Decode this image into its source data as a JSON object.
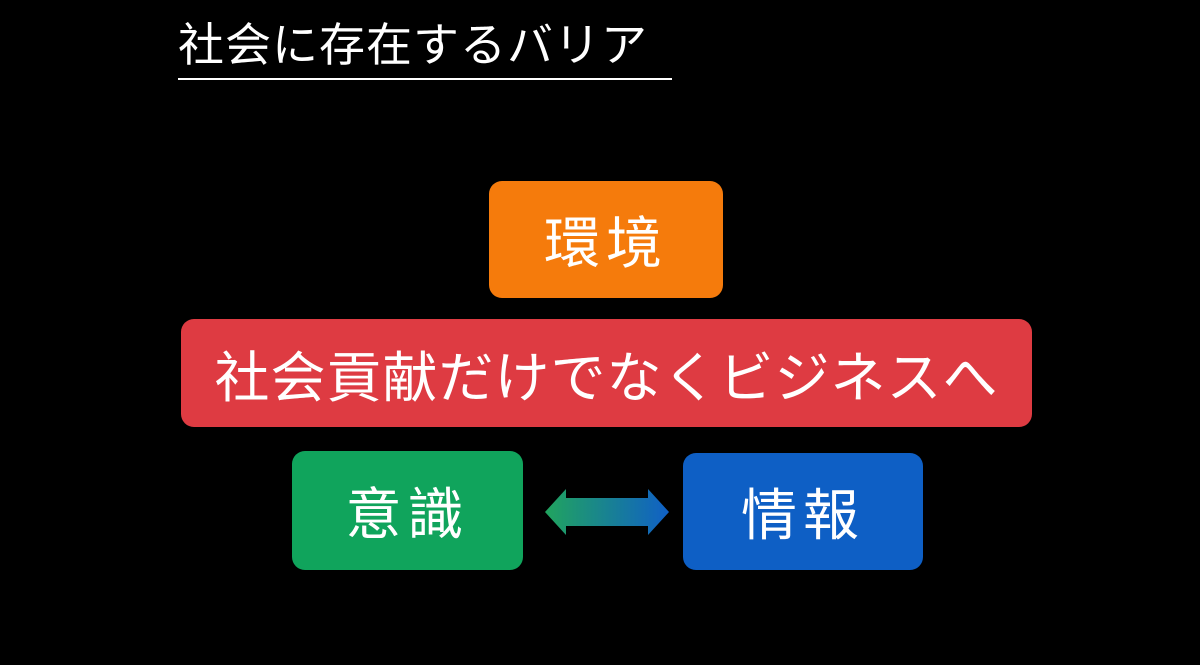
{
  "slide": {
    "title": "社会に存在するバリア",
    "background_color": "#000000",
    "title_color": "#ffffff",
    "boxes": {
      "environment": {
        "label": "環境",
        "color": "#F57B0C"
      },
      "message": {
        "label": "社会貢献だけでなくビジネスへ",
        "color": "#DE3B42"
      },
      "awareness": {
        "label": "意識",
        "color": "#10A45C"
      },
      "information": {
        "label": "情報",
        "color": "#0E5FC5"
      }
    },
    "arrow": {
      "type": "double-headed-horizontal",
      "gradient_from": "#21A45E",
      "gradient_to": "#1060C6",
      "connects": [
        "意識",
        "情報"
      ]
    }
  }
}
